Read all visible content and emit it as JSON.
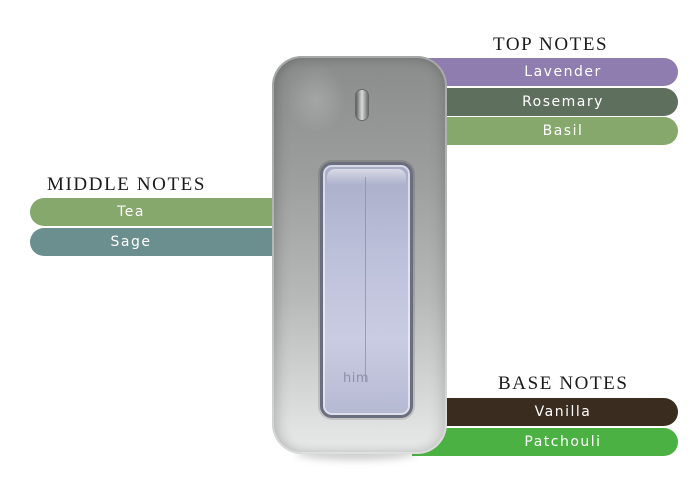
{
  "sections": {
    "top": {
      "heading": "TOP NOTES",
      "notes": [
        {
          "label": "Lavender",
          "color": "#8e7dae"
        },
        {
          "label": "Rosemary",
          "color": "#5f6f5e"
        },
        {
          "label": "Basil",
          "color": "#86a86c"
        }
      ]
    },
    "middle": {
      "heading": "MIDDLE NOTES",
      "notes": [
        {
          "label": "Tea",
          "color": "#86a86c"
        },
        {
          "label": "Sage",
          "color": "#6b8f8e"
        }
      ]
    },
    "base": {
      "heading": "BASE NOTES",
      "notes": [
        {
          "label": "Vanilla",
          "color": "#3a2d1f"
        },
        {
          "label": "Patchouli",
          "color": "#4cb143"
        }
      ]
    }
  },
  "bottle": {
    "brand_text": "him"
  }
}
